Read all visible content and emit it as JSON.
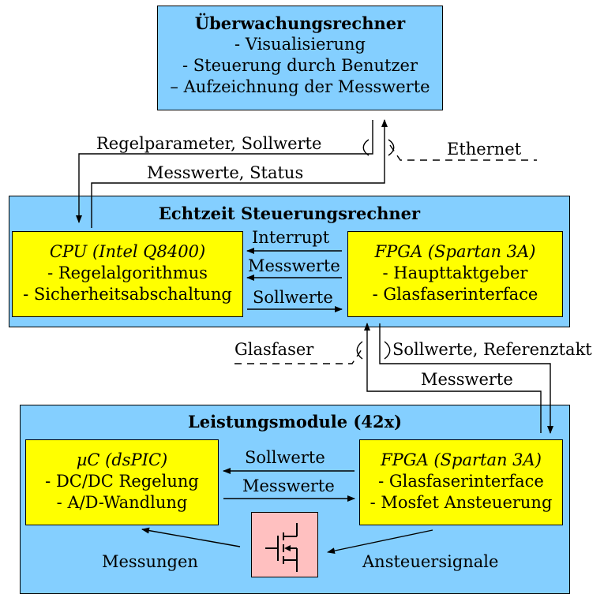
{
  "monitor": {
    "title": "Überwachungsrechner",
    "lines": [
      "- Visualisierung",
      "- Steuerung durch Benutzer",
      "– Aufzeichnung der Messwerte"
    ]
  },
  "realtime": {
    "title": "Echtzeit Steuerungsrechner",
    "cpu": {
      "title": "CPU (Intel Q8400)",
      "lines": [
        "- Regelalgorithmus",
        "- Sicherheitsabschaltung"
      ]
    },
    "fpga": {
      "title": "FPGA (Spartan 3A)",
      "lines": [
        "- Haupttaktgeber",
        "- Glasfaserinterface"
      ]
    },
    "links": {
      "interrupt": "Interrupt",
      "messwerte": "Messwerte",
      "sollwerte": "Sollwerte"
    }
  },
  "power": {
    "title": "Leistungsmodule (42x)",
    "uc": {
      "title": "µC (dsPIC)",
      "lines": [
        "- DC/DC Regelung",
        "- A/D-Wandlung"
      ]
    },
    "fpga": {
      "title": "FPGA (Spartan 3A)",
      "lines": [
        "- Glasfaserinterface",
        "- Mosfet Ansteuerung"
      ]
    },
    "links": {
      "sollwerte": "Sollwerte",
      "messwerte": "Messwerte"
    },
    "measurements": "Messungen",
    "control_signals": "Ansteuersignale"
  },
  "connections": {
    "regelparameter": "Regelparameter, Sollwerte",
    "messwerte_status": "Messwerte, Status",
    "ethernet": "Ethernet",
    "glasfaser": "Glasfaser",
    "sollwerte_referenztakt": "Sollwerte, Referenztakt",
    "messwerte": "Messwerte"
  }
}
